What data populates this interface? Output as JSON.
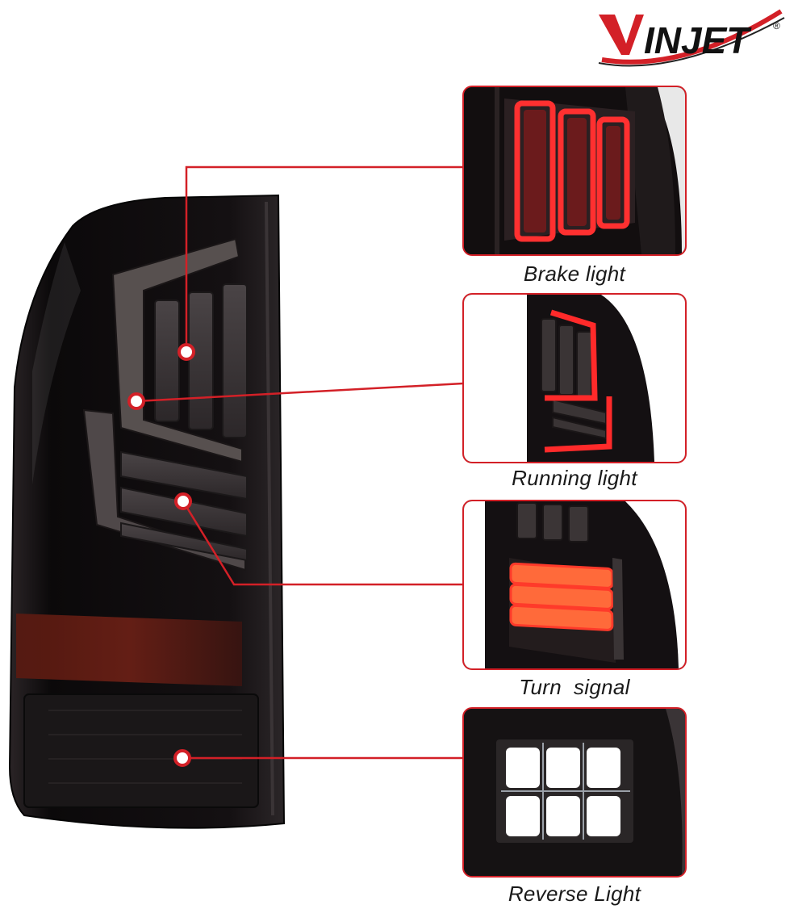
{
  "brand": {
    "logo_text": "VINJET",
    "registered_mark": "®"
  },
  "callouts": [
    {
      "id": "brake",
      "label": "Brake light"
    },
    {
      "id": "running",
      "label": "Running light"
    },
    {
      "id": "turn",
      "label": "Turn  signal"
    },
    {
      "id": "reverse",
      "label": "Reverse Light"
    }
  ],
  "colors": {
    "accent": "#d32027",
    "housing": "#141012",
    "brake_glow": "#ff2a2a",
    "turn_glow": "#ff6a3a",
    "reverse_glow": "#ffffff"
  }
}
